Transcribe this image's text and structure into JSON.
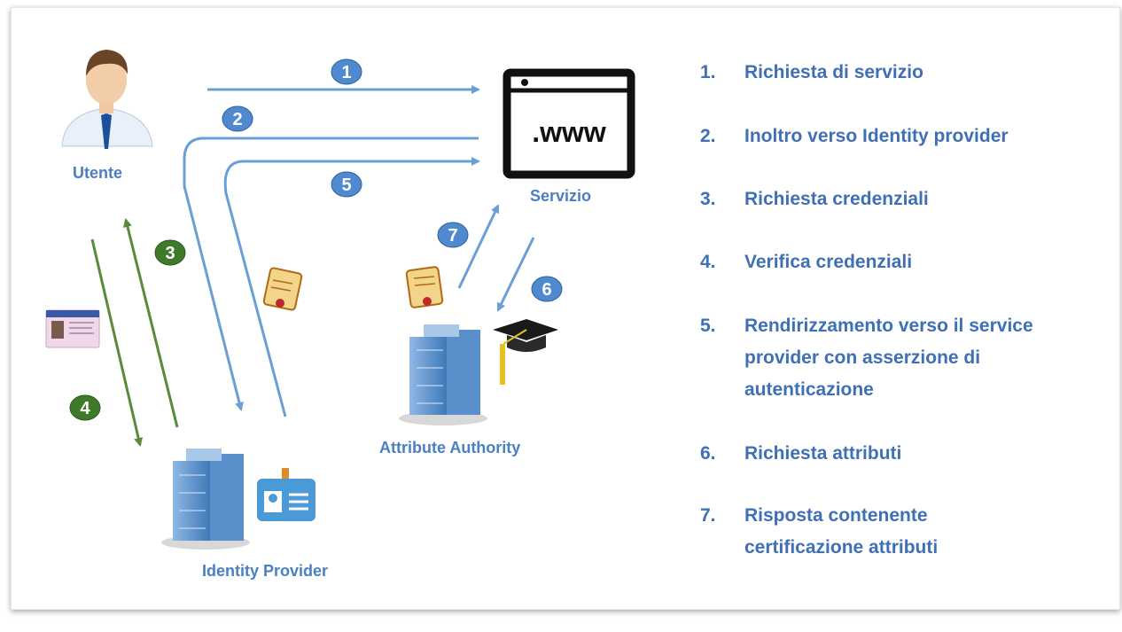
{
  "labels": {
    "user": "Utente",
    "service": "Servizio",
    "www": ".www",
    "attribute_authority": "Attribute Authority",
    "identity_provider": "Identity Provider"
  },
  "badges": {
    "b1": "1",
    "b2": "2",
    "b3": "3",
    "b4": "4",
    "b5": "5",
    "b6": "6",
    "b7": "7"
  },
  "steps": [
    {
      "num": "1.",
      "text": "Richiesta di servizio"
    },
    {
      "num": "2.",
      "text": "Inoltro  verso Identity provider"
    },
    {
      "num": "3.",
      "text": "Richiesta credenziali"
    },
    {
      "num": "4.",
      "text": "Verifica credenziali"
    },
    {
      "num": "5.",
      "text": "Rendirizzamento verso il service provider con asserzione di autenticazione"
    },
    {
      "num": "6.",
      "text": "Richiesta attributi"
    },
    {
      "num": "7.",
      "text": "Risposta contenente certificazione attributi"
    }
  ],
  "colors": {
    "blue_arrow": "#6a9fd6",
    "green_arrow": "#5a8a3a",
    "badge_blue": "#4f8ad0",
    "badge_green": "#3e7a2a",
    "text_blue": "#3f6fb5"
  }
}
